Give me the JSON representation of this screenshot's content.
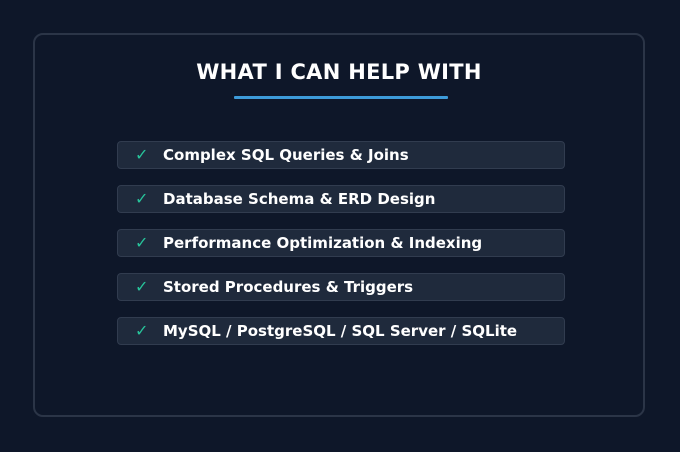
{
  "title": "WHAT I CAN HELP WITH",
  "items": [
    {
      "icon": "check-icon",
      "label": "Complex SQL Queries & Joins"
    },
    {
      "icon": "check-icon",
      "label": "Database Schema & ERD Design"
    },
    {
      "icon": "check-icon",
      "label": "Performance Optimization & Indexing"
    },
    {
      "icon": "check-icon",
      "label": "Stored Procedures & Triggers"
    },
    {
      "icon": "check-icon",
      "label": "MySQL / PostgreSQL / SQL Server / SQLite"
    }
  ],
  "colors": {
    "background": "#0e1729",
    "card_border": "#2b3547",
    "accent_underline": "#3d9bd9",
    "item_background": "#1f2a3c",
    "item_border": "#313c4f",
    "check": "#27c39a",
    "text": "#ffffff"
  }
}
